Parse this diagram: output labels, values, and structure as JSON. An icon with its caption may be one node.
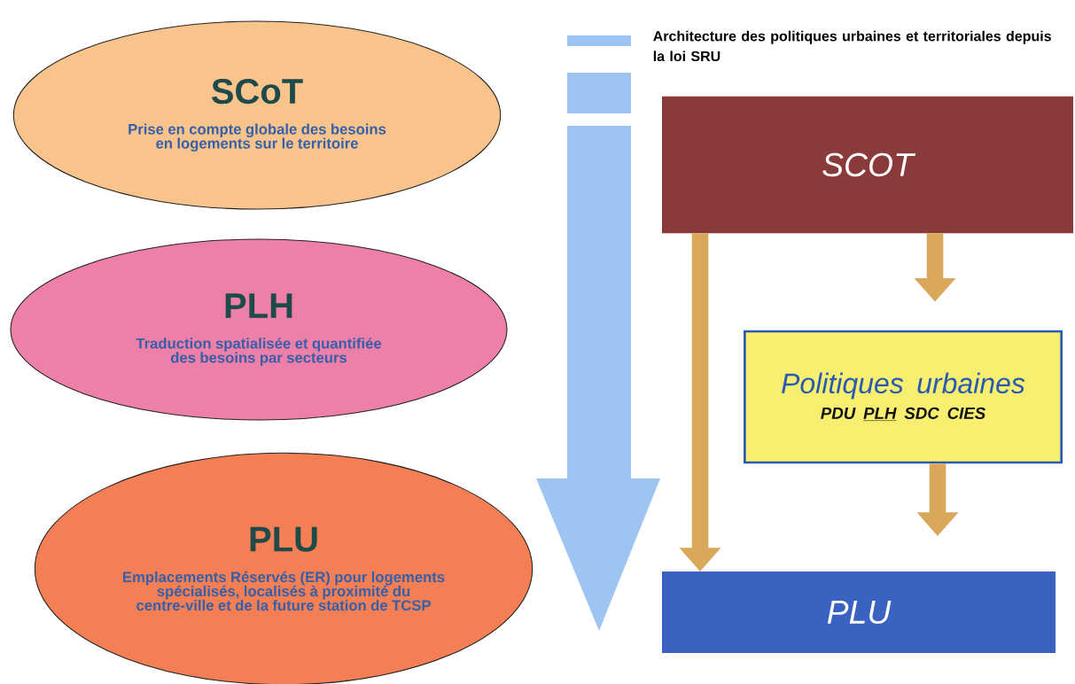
{
  "diagram": {
    "title": "Architecture des politiques urbaines et territoriales depuis la loi SRU",
    "nodes": [
      {
        "text": [
          "SCoT",
          "Prise en compte globale des besoins en logements sur le territoire"
        ]
      },
      {
        "text": [
          "PLH",
          "Traduction spatialisée et quantifiée des besoins par secteurs"
        ]
      },
      {
        "text": [
          "PLU",
          "Emplacements Réservés (ER) pour logements spécialisés, localisés à proximité du centre-ville et de la future station de TCSP"
        ]
      },
      {
        "text": [
          "SCOT"
        ]
      },
      {
        "text": [
          "Politiques urbaines",
          "PDU",
          "PLH",
          "SDC",
          "CIES"
        ]
      },
      {
        "text": [
          "PLU"
        ]
      }
    ],
    "edges": [
      {
        "from": 3,
        "to": 4,
        "arrow": "to"
      },
      {
        "from": 4,
        "to": 5,
        "arrow": "to"
      },
      {
        "from": 3,
        "to": 5,
        "arrow": "to"
      }
    ]
  }
}
